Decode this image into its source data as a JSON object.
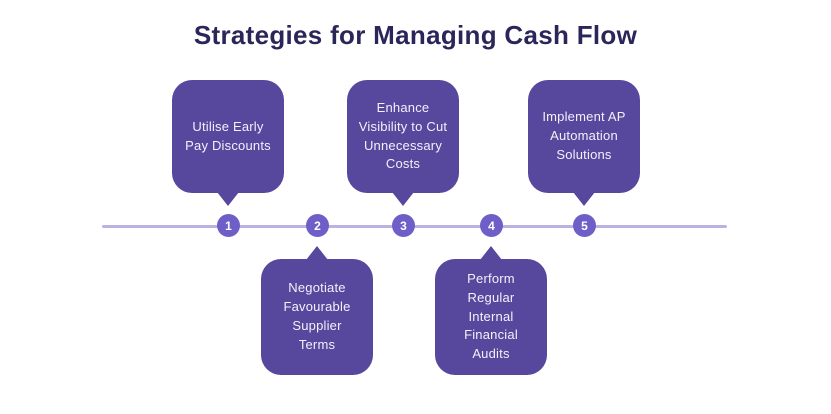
{
  "title": "Strategies for Managing Cash Flow",
  "colors": {
    "title-color": "#2b2659",
    "bubble": "#57489e",
    "circle": "#6e5ec7",
    "line": "#bcb1e3",
    "bubble-text": "#f3f1fa",
    "bg": "#ffffff"
  },
  "timeline": {
    "items": [
      {
        "number": "1",
        "label": "Utilise Early\nPay Discounts",
        "position": "above"
      },
      {
        "number": "2",
        "label": "Negotiate\nFavourable\nSupplier\nTerms",
        "position": "below"
      },
      {
        "number": "3",
        "label": "Enhance\nVisibility to Cut\nUnnecessary\nCosts",
        "position": "above"
      },
      {
        "number": "4",
        "label": "Perform\nRegular\nInternal\nFinancial\nAudits",
        "position": "below"
      },
      {
        "number": "5",
        "label": "Implement AP\nAutomation\nSolutions",
        "position": "above"
      }
    ]
  }
}
